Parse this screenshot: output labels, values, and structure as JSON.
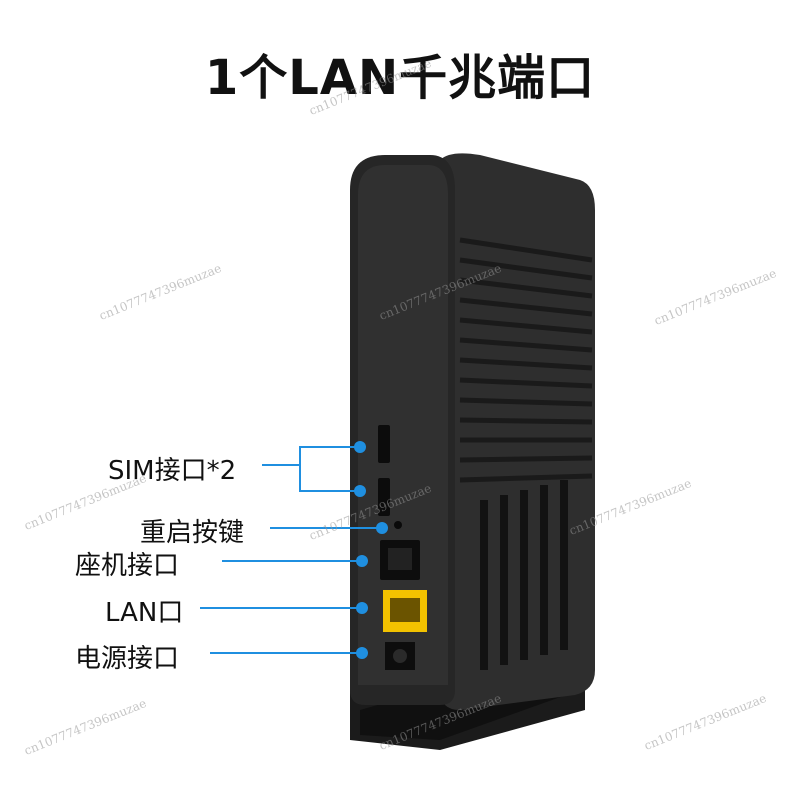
{
  "title": "1个LAN千兆端口",
  "labels": {
    "sim": "SIM接口*2",
    "reset": "重启按键",
    "phone": "座机接口",
    "lan": "LAN口",
    "power": "电源接口"
  },
  "watermark": "cn1077747396muzae",
  "colors": {
    "pointer": "#1f8fe0",
    "device_body": "#2a2a2a",
    "lan_port": "#f2c200"
  }
}
